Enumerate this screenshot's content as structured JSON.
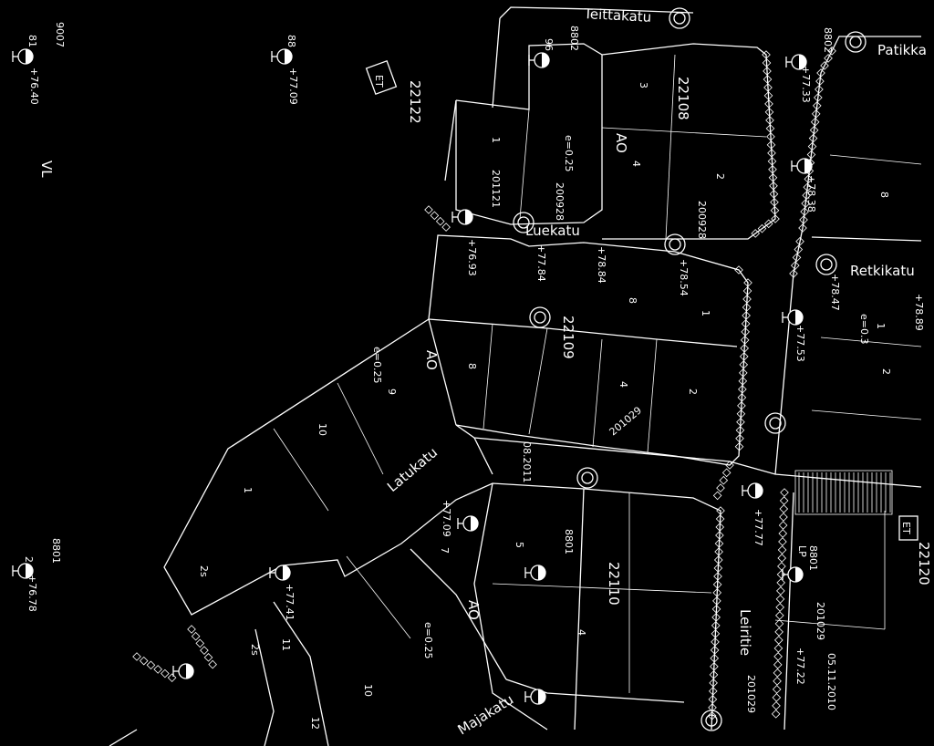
{
  "map": {
    "streets": {
      "teittakatu": "Teittakatu",
      "patikka": "Patikka",
      "retkikatu": "Retkikatu",
      "luekatu": "Luekatu",
      "latukatu": "Latukatu",
      "majakatu": "Majakatu",
      "leiritie": "Leiritie"
    },
    "blocks": {
      "b22108": "22108",
      "b22109": "22109",
      "b22110": "22110",
      "b22120": "22120",
      "b22122": "22122"
    },
    "zones": {
      "ao": "AO",
      "et": "ET",
      "vl": "VL",
      "lp": "LP"
    },
    "efficiency": {
      "e025": "e=0.25",
      "e03": "e=0.3"
    },
    "elevations": {
      "e1": "+76.40",
      "e2": "+77.09",
      "e3": "+76.78",
      "e4": "+77.33",
      "e5": "+78.38",
      "e6": "+77.53",
      "e7": "+77.77",
      "e8": "+77.41",
      "e9": "+77.09",
      "e10": "+77.22",
      "e11": "+76.93",
      "e12": "+78.54",
      "e13": "+78.84",
      "e14": "+77.84",
      "e15": "+78.47",
      "e16": "+78.89"
    },
    "codes": {
      "c9007": "9007",
      "c8802": "8802",
      "c8801": "8801",
      "c201029": "201029",
      "c200928": "200928",
      "c201121": "201121",
      "c2011": "08.2011",
      "c2010": "05.11.2010"
    },
    "plots": {
      "p1": "1",
      "p2": "2",
      "p3": "3",
      "p4": "4",
      "p5": "5",
      "p7": "7",
      "p8": "8",
      "p9": "9",
      "p10": "10",
      "p11": "11",
      "p12": "12",
      "p81": "81",
      "p88": "88",
      "p96": "96",
      "p2s": "2s"
    }
  }
}
